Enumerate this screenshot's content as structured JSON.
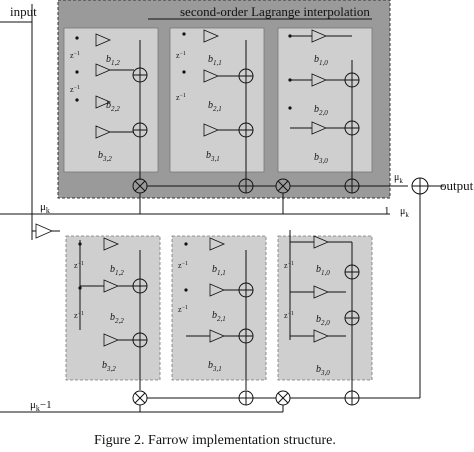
{
  "labels": {
    "input": "input",
    "output": "output",
    "interp_title": "second-order Lagrange interpolation",
    "mu_k": "μ",
    "mu_k_sub": "k",
    "mu_k_minus_1": "μ",
    "mu_k_minus_1_sub": "k",
    "mu_k_minus_1_tail": "−1",
    "one": "1",
    "caption": "Figure 2.    Farrow implementation structure."
  },
  "coefficients": {
    "upper": [
      "b",
      "b",
      "b",
      "b",
      "b",
      "b",
      "b",
      "b"
    ],
    "upper_sub": [
      "1,2",
      "2,2",
      "3,2",
      "1,1",
      "2,1",
      "3,1",
      "1,0",
      "2,0"
    ],
    "upper_last": {
      "b": "b",
      "sub": "3,0"
    },
    "lower": [
      "b",
      "b",
      "b",
      "b",
      "b",
      "b",
      "b",
      "b",
      "b"
    ],
    "lower_sub": [
      "1,2",
      "2,2",
      "3,2",
      "1,1",
      "2,1",
      "3,1",
      "1,0",
      "2,0",
      "3,0"
    ]
  },
  "delays": {
    "z_inv": "z",
    "z_inv_exp": "−1"
  },
  "colors": {
    "outer_box": "#9a9a9a",
    "inner_box": "#cfcfcf",
    "line": "#111111"
  }
}
